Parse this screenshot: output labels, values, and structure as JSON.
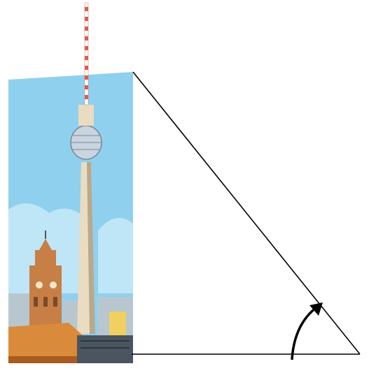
{
  "diagram": {
    "subject": "tv-tower-triangle",
    "elements": [
      "tv-tower-illustration",
      "triangle-hypotenuse",
      "triangle-base",
      "angle-arc-arrow"
    ]
  },
  "colors": {
    "sky": "#8fd0ee",
    "sky_light": "#bfe6f7",
    "tower": "#e9dcc0",
    "tower_shadow": "#b9a98a",
    "mast_red": "#e05a4a",
    "sphere": "#c8d4e0",
    "roof_orange": "#d98a3a",
    "roof_dark": "#a85a20",
    "town_hall": "#c77f46",
    "buildings": "#b8c7cf",
    "line": "#000000"
  }
}
